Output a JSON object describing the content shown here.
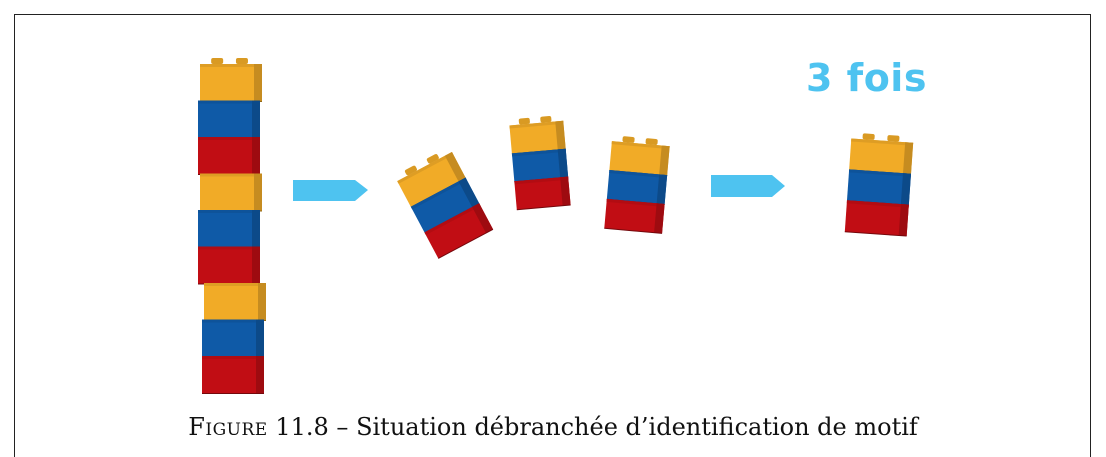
{
  "overlay": {
    "text": "3 fois",
    "color": "#4ec3f0"
  },
  "caption": {
    "label": "Figure",
    "number": "11.8",
    "separator": "–",
    "text": "Situation débranchée d’identification de motif"
  },
  "colors": {
    "yellow": "#f1ab27",
    "blue": "#0f5aa7",
    "red": "#c10d14",
    "arrow": "#4ec3f0"
  },
  "stack": [
    "yellow",
    "blue",
    "red",
    "yellow",
    "blue",
    "red",
    "yellow",
    "blue",
    "red"
  ],
  "pattern": [
    "yellow",
    "blue",
    "red"
  ]
}
